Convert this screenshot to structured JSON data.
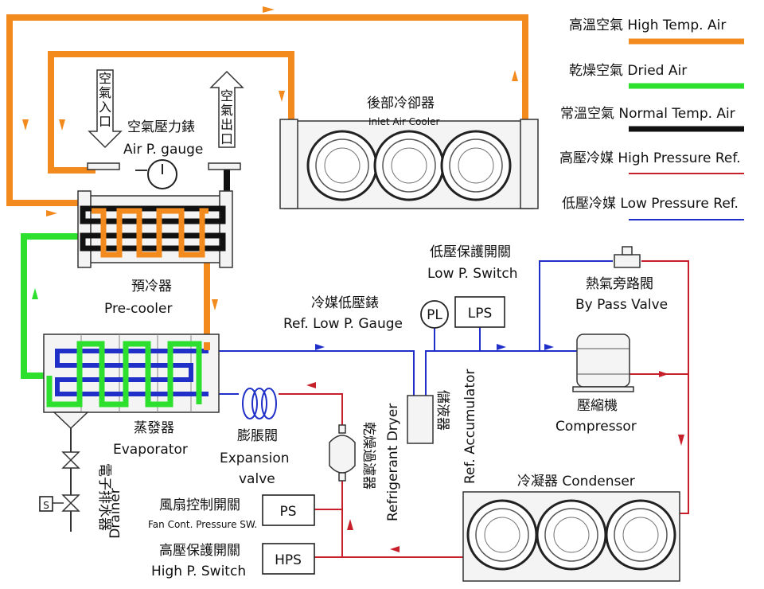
{
  "legend": {
    "high_temp": "高溫空氣 High Temp. Air",
    "dried": "乾燥空氣 Dried Air",
    "normal_temp": "常溫空氣 Normal Temp. Air",
    "high_pressure": "高壓冷媒 High Pressure Ref.",
    "low_pressure": "低壓冷媒 Low Pressure Ref."
  },
  "colors": {
    "high_temp": "#f28a1e",
    "dried": "#2ee02e",
    "normal_temp": "#111111",
    "high_pressure": "#c8202a",
    "low_pressure": "#1f2fc8"
  },
  "labels": {
    "air_in": "空氣入口",
    "air_out": "空氣出口",
    "air_gauge_cn": "空氣壓力錶",
    "air_gauge_en": "Air P. gauge",
    "inlet_cooler_cn": "後部冷卻器",
    "inlet_cooler_en": "Inlet Air Cooler",
    "precooler_cn": "預冷器",
    "precooler_en": "Pre-cooler",
    "evaporator_cn": "蒸發器",
    "evaporator_en": "Evaporator",
    "expansion_cn": "膨脹閥",
    "expansion_en1": "Expansion",
    "expansion_en2": "valve",
    "ref_gauge_cn": "冷媒低壓錶",
    "ref_gauge_en": "Ref. Low P. Gauge",
    "pl": "PL",
    "lps_cn": "低壓保護開關",
    "lps_en": "Low P. Switch",
    "lps": "LPS",
    "bypass_cn": "熱氣旁路閥",
    "bypass_en": "By Pass Valve",
    "compressor_cn": "壓縮機",
    "compressor_en": "Compressor",
    "condenser": "冷凝器 Condenser",
    "ref_dryer": "Refrigerant Dryer",
    "dryer_cn": "乾燥過濾器",
    "accumulator_cn": "儲液器",
    "accumulator_en": "Ref. Accumulator",
    "fan_switch_cn": "風扇控制開關",
    "fan_switch_en": "Fan Cont. Pressure SW.",
    "ps": "PS",
    "hps_cn": "高壓保護開關",
    "hps_en": "High P. Switch",
    "hps": "HPS",
    "drainer_cn": "電子排水器",
    "drainer_en": "Drainer",
    "s": "S"
  }
}
